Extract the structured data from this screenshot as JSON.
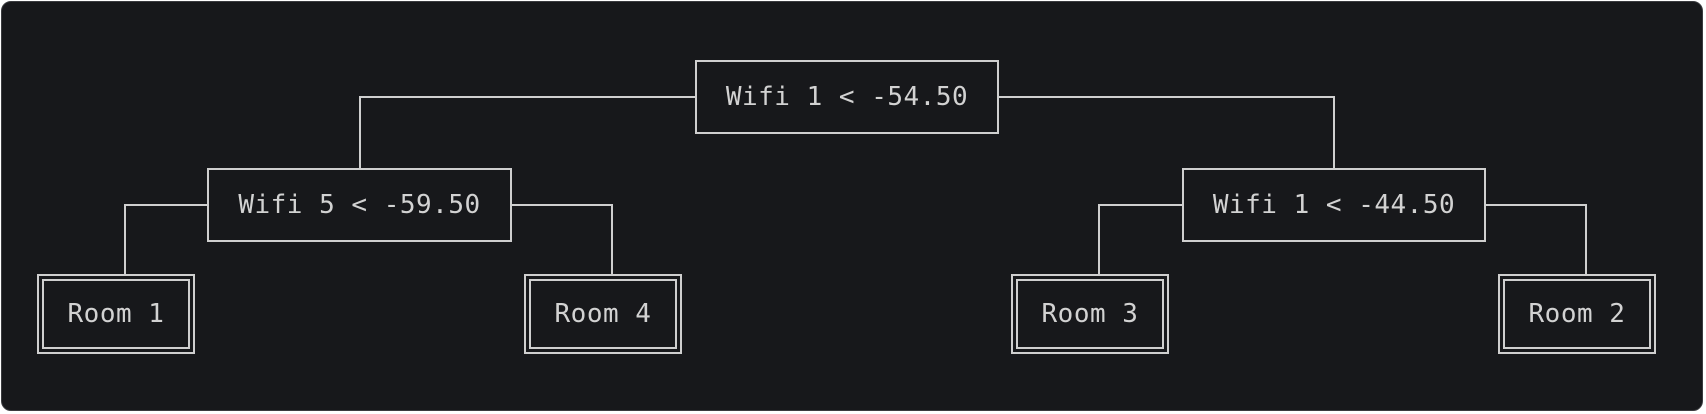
{
  "tree": {
    "root": {
      "label": "Wifi 1 < -54.50"
    },
    "left": {
      "label": "Wifi 5 < -59.50"
    },
    "right": {
      "label": "Wifi 1 < -44.50"
    },
    "leaves": [
      {
        "label": "Room 1"
      },
      {
        "label": "Room 4"
      },
      {
        "label": "Room 3"
      },
      {
        "label": "Room 2"
      }
    ]
  },
  "colors": {
    "background": "#17181b",
    "line": "#cfcfcf",
    "text": "#d2d2d2"
  }
}
